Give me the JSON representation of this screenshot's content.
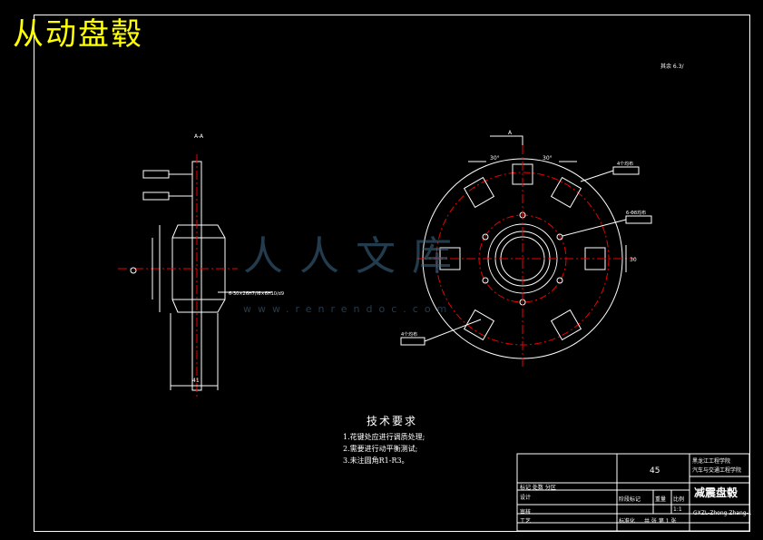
{
  "title": "从动盘毂",
  "roughness_note": "其余 6.3/",
  "section_label": "A-A",
  "watermark": {
    "text": "人人文库",
    "url": "www.renrendoc.com"
  },
  "tech": {
    "heading": "技术要求",
    "items": [
      "1.花键处应进行调质处理;",
      "2.需要进行动平衡测试;",
      "3.未注圆角R1-R3。"
    ]
  },
  "dims": {
    "left_width": "41",
    "right_dia": "30",
    "angle_30a": "30°",
    "angle_30b": "30°",
    "note_holes_1": "4个均布",
    "note_holes_2": "6-Φ8均布",
    "note_holes_3": "4个均布",
    "spline": "6-30×26H7/f6×6H10/d9",
    "a_mark": "A"
  },
  "title_block": {
    "scale": "45",
    "school_line1": "黑龙江工程学院",
    "school_line2": "汽车与交通工程学院",
    "part_name": "减震盘毂",
    "drawing_no": "GXZL-Zhong Zhang-1",
    "row_designer": "设计",
    "row_mark": "标记 处数 分区",
    "row_check": "审核",
    "row_craft": "工艺",
    "stage_label": "阶段标记",
    "weight_label": "重量",
    "ratio_label": "比例",
    "ratio_value": "1:1",
    "sheet_label": "共 张  第 1 张",
    "std_label": "标准化"
  }
}
